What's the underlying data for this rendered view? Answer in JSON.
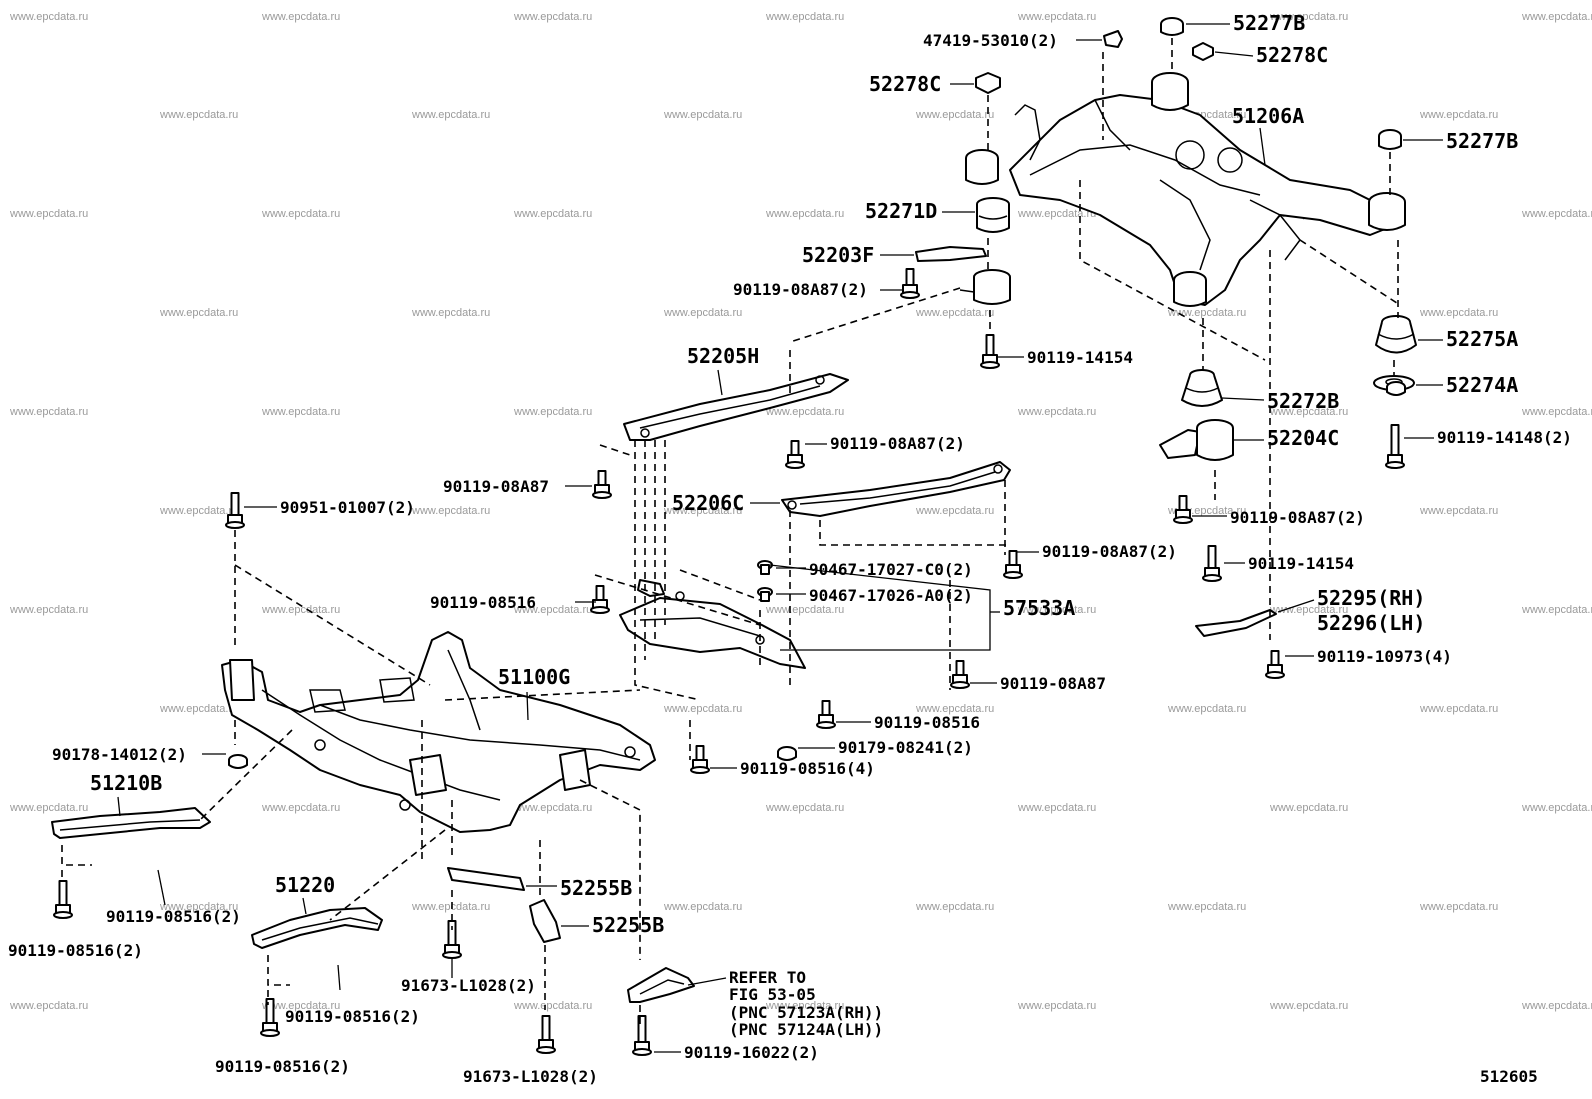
{
  "watermark": "www.epcdata.ru",
  "figure_id": "512605",
  "labels": {
    "p47419": "47419-53010(2)",
    "p52277B_top": "52277B",
    "p52278C_right": "52278C",
    "p52278C_left": "52278C",
    "p51206A": "51206A",
    "p52277B_right": "52277B",
    "p52271D": "52271D",
    "p52203F": "52203F",
    "p90119_08A87_2_a": "90119-08A87(2)",
    "p90119_14154_a": "90119-14154",
    "p52275A": "52275A",
    "p52274A": "52274A",
    "p52205H": "52205H",
    "p52272B": "52272B",
    "p90119_08A87_2_b": "90119-08A87(2)",
    "p52204C": "52204C",
    "p90119_14148": "90119-14148(2)",
    "p90119_08A87_c": "90119-08A87",
    "p90951": "90951-01007(2)",
    "p52206C": "52206C",
    "p90119_08A87_2_d": "90119-08A87(2)",
    "p90119_08A87_2_e": "90119-08A87(2)",
    "p90119_14154_b": "90119-14154",
    "p90467_C0": "90467-17027-C0(2)",
    "p90467_A0": "90467-17026-A0(2)",
    "p57533A": "57533A",
    "p90119_08516_a": "90119-08516",
    "p52295": "52295(RH)",
    "p52296": "52296(LH)",
    "p90119_10973": "90119-10973(4)",
    "p51100G": "51100G",
    "p90119_08A87_f": "90119-08A87",
    "p90119_08516_b": "90119-08516",
    "p90178": "90178-14012(2)",
    "p90179": "90179-08241(2)",
    "p51210B": "51210B",
    "p90119_08516_4": "90119-08516(4)",
    "p52255B_a": "52255B",
    "p90119_08516_2_a": "90119-08516(2)",
    "p52255B_b": "52255B",
    "p90119_08516_2_b": "90119-08516(2)",
    "p51220": "51220",
    "p91673_a": "91673-L1028(2)",
    "refer1": "REFER TO",
    "refer2": "FIG 53-05",
    "refer3": "(PNC 57123A(RH))",
    "refer4": "(PNC 57124A(LH))",
    "p90119_08516_2_c": "90119-08516(2)",
    "p90119_08516_2_d": "90119-08516(2)",
    "p91673_b": "91673-L1028(2)",
    "p90119_16022": "90119-16022(2)"
  }
}
